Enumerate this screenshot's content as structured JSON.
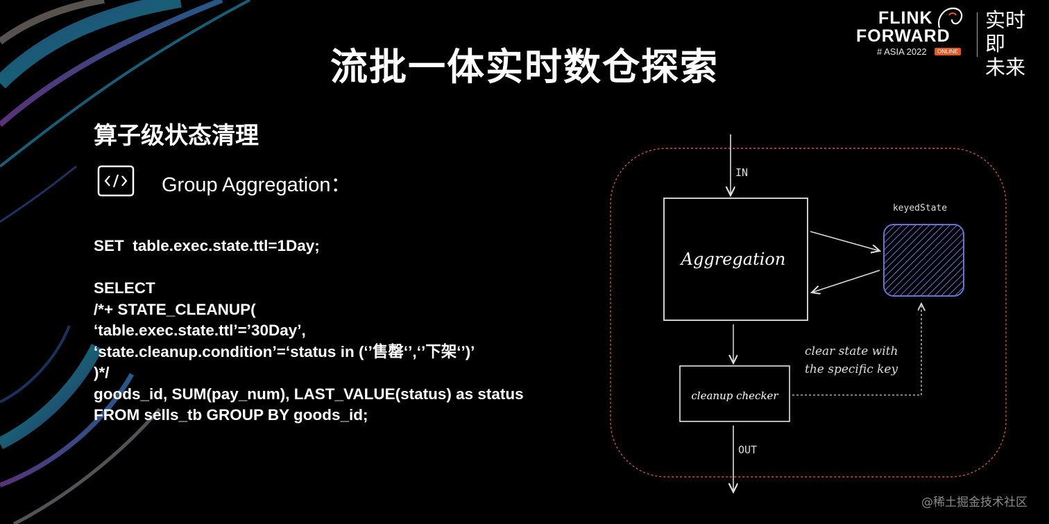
{
  "slide": {
    "title": "流批一体实时数仓探索",
    "section_title": "算子级状态清理",
    "group_label": "Group Aggregation："
  },
  "logo": {
    "line1": "FLINK",
    "line2": "FORWARD",
    "subtitle": "# ASIA 2022",
    "badge": "ONLINE",
    "cn_line1": "实时即",
    "cn_line2": "未来"
  },
  "code_lines": [
    "SET  table.exec.state.ttl=1Day;",
    "",
    "SELECT",
    "/*+ STATE_CLEANUP(",
    "‘table.exec.state.ttl’=’30Day’,",
    "‘state.cleanup.condition’=‘status in (‘’售罄‘’,‘’下架‘’)’",
    ")*/",
    "goods_id, SUM(pay_num), LAST_VALUE(status) as status",
    "FROM sells_tb GROUP BY goods_id;"
  ],
  "diagram": {
    "in_label": "IN",
    "out_label": "OUT",
    "aggregation_label": "Aggregation",
    "keyed_state_label": "keyedState",
    "cleanup_label": "cleanup checker",
    "note_line1": "clear state with",
    "note_line2": "the specific key"
  },
  "watermark": "@稀土掘金技术社区",
  "colors": {
    "background": "#000000",
    "text": "#ffffff",
    "dashed_border": "#c8505a",
    "keyed_state_border": "#6b72d6",
    "online_badge": "#e7581e"
  }
}
